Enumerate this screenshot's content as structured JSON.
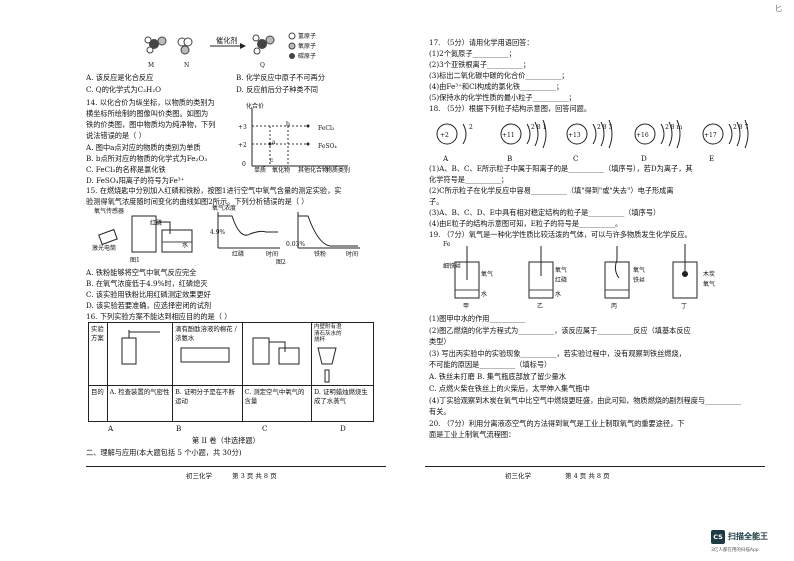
{
  "top_right_mark": "匕",
  "left": {
    "rxn_labels": {
      "m": "M",
      "n": "N",
      "q": "Q",
      "catalyst": "催化剂"
    },
    "legend": [
      "氢原子",
      "氧原子",
      "碳原子"
    ],
    "q13_opts": [
      "A. 该反应是化合反应",
      "B. 化学反应中原子不可再分",
      "C. Q的化学式为C₂H₂O",
      "D. 反应前后分子种类不同"
    ],
    "q14": [
      "14. 以化合价为纵坐标，以物质的类别为",
      "横坐标所绘制的图像叫价类图。如图为",
      "铁的价类图，图中物质均为纯净物，下列",
      "说法错误的是（    ）"
    ],
    "q14_opts": [
      "A. 图中a点对应的物质的类别为单质",
      "B. b点所对应的物质的化学式为Fe₂O₃",
      "C. FeCl₃的名称是氯化铁",
      "D. FeSO₄阳离子的符号为Fe³⁺"
    ],
    "q14_chart": {
      "ylabel": "化合价",
      "ticks": [
        "+3",
        "+2",
        "0"
      ],
      "points": [
        "a",
        "b",
        "c"
      ],
      "labels": [
        "FeCl₃",
        "FeSO₄"
      ],
      "xcats": [
        "单质",
        "氧化物",
        "其他化合物",
        "物质类别"
      ]
    },
    "q15": [
      "15. 在燃烧匙中分别加入红磷和铁粉，按图1进行空气中氧气含量的测定实验，实",
      "验测得氧气浓度随时间变化的曲线如图2所示。下列分析错误的是（    ）"
    ],
    "q15_fig": {
      "labels": [
        "氧气传感器",
        "激光电筒",
        "红磷",
        "水",
        "氧气浓度",
        "4.9%",
        "0.03%",
        "时间",
        "时间",
        "图1",
        "图2",
        "红磷",
        "铁粉"
      ]
    },
    "q15_opts": [
      "A. 铁粉能够将空气中氧气反应完全",
      "B. 在氧气浓度低于4.9%时，红磷熄灭",
      "C. 该实验用铁粉比用红磷测定效果更好",
      "D. 该实验若要准确，应选择密闭的试剂"
    ],
    "q16": "16. 下列实验方案不能达到相应目的的是（    ）",
    "q16_table": {
      "row1_head": "实验方案",
      "row1": [
        "",
        "滴有酚酞溶液的棉花 / 浓氨水",
        "",
        "内壁附有澄清石灰水的烧杯"
      ],
      "row2_head": "目的",
      "row2": [
        "A. 检查装置的气密性",
        "B. 证明分子是在不断运动",
        "C. 测定空气中氧气的含量",
        "D. 证明蜡烛燃烧生成了水蒸气"
      ]
    },
    "q16_answers": [
      "A",
      "B",
      "C",
      "D"
    ],
    "section2_title": "第 II 卷（非选择题）",
    "section2_sub": "二、理解与应用(本大题包括 5 个小题，共 30分)",
    "footer_left": "初三化学",
    "footer_mid": "第 3 页 共 8 页"
  },
  "right": {
    "q17": "17. （5分）请用化学用语回答：",
    "q17_items": [
      "(1)2个氮原子__________；",
      "(2)3个亚铁根离子__________；",
      "(3)标出二氧化碳中碳的化合价__________；",
      "(4)由Fe³⁺和Cl构成的氯化铁__________；",
      "(5)保持水的化学性质的最小粒子__________；"
    ],
    "q18": "18. （5分）根据下列粒子结构示意图，回答问题。",
    "q18_atoms": [
      {
        "n": "+2",
        "shells": "2"
      },
      {
        "n": "+11",
        "shells": "2 8 1"
      },
      {
        "n": "+13",
        "shells": "2 8 3"
      },
      {
        "n": "+16",
        "shells": "2 8 m"
      },
      {
        "n": "+17",
        "shells": "2 8 7"
      }
    ],
    "q18_labels": [
      "A",
      "B",
      "C",
      "D",
      "E"
    ],
    "q18_items": [
      "(1)A、B、C、E所示粒子中属于阳离子的是__________（填序号），若D为离子，其",
      "化学符号是__________；",
      "(2)C所示粒子在化学反应中容易__________（填\"得到\"或\"失去\"）电子形成离",
      "子。",
      "(3)A、B、C、D、E中具有相对稳定结构的粒子是__________（填序号）",
      "(4)由E粒子的结构示意图可知，E粒子的符号是__________。"
    ],
    "q19": "19. （7分）氧气是一种化学性质比较活泼的气体，可以与许多物质发生化学反应。",
    "q19_fig": {
      "labels": [
        "Fe",
        "细铁丝",
        "氧气",
        "水",
        "氧气",
        "红磷",
        "水",
        "氧气",
        "铁丝",
        "木炭",
        "氧气",
        "甲",
        "乙",
        "丙",
        "丁"
      ]
    },
    "q19_items": [
      "(1)图甲中水的作用__________",
      "(2)图乙燃烧的化学方程式为__________，该反应属于__________反应（填基本反应",
      "类型）",
      "(3)    写出丙实验中的实验现象__________，若实验过程中，没有观察到铁丝燃烧，",
      "不可能的原因是__________（填标号）",
      "A. 铁丝未打磨            B. 集气瓶底部放了留少量水",
      "C. 点燃火柴在铁丝上的火柴后，太早伸入集气瓶中",
      "(4)丁实验观察到木炭在氧气中比空气中燃烧更旺盛，由此可知，物质燃烧的剧烈程度与__________",
      "有关。"
    ],
    "q20": [
      "20. （7分）利用分离液态空气的方法得到氧气是工业上制取氧气的重要途径，下",
      "面是工业上制氧气流程图："
    ],
    "footer_left": "初三化学",
    "footer_mid": "第 4 页 共 8 页",
    "logo_text": "扫描全能王",
    "logo_sub": "3亿人都在用的扫描App",
    "logo_badge": "CS"
  }
}
